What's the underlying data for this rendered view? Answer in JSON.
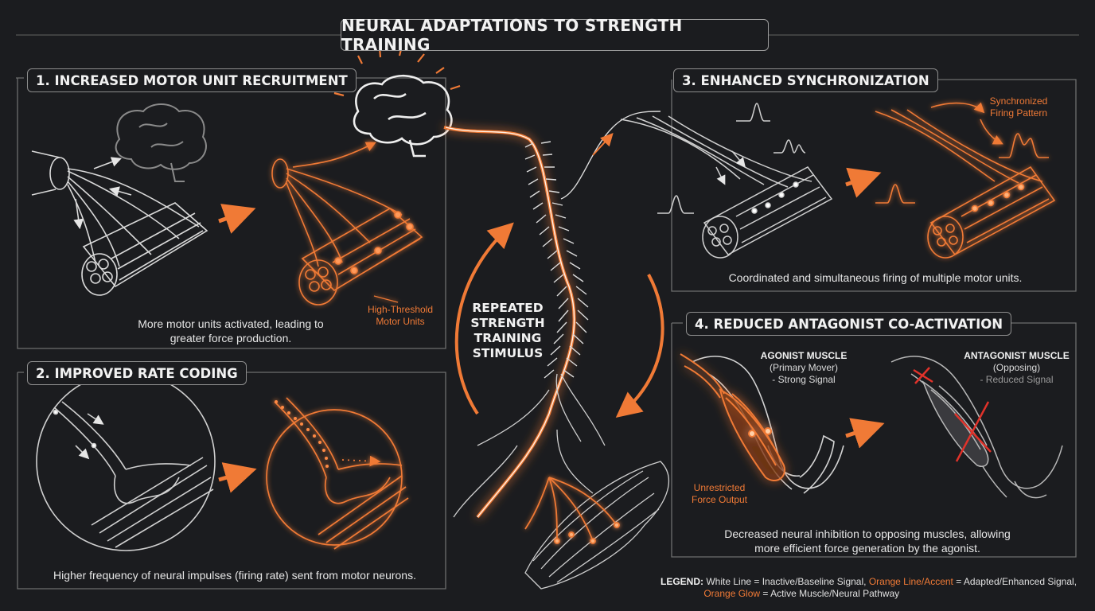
{
  "title": "NEURAL ADAPTATIONS TO STRENGTH TRAINING",
  "center": {
    "lines": [
      "REPEATED",
      "STRENGTH",
      "TRAINING",
      "STIMULUS"
    ]
  },
  "panels": {
    "recruitment": {
      "title": "1. INCREASED MOTOR UNIT RECRUITMENT",
      "caption_line1": "More motor units activated, leading to",
      "caption_line2": "greater force production.",
      "note_line1": "High-Threshold",
      "note_line2": "Motor Units"
    },
    "rate_coding": {
      "title": "2. IMPROVED RATE CODING",
      "caption": "Higher frequency of neural impulses (firing rate) sent from motor neurons."
    },
    "synchronization": {
      "title": "3. ENHANCED SYNCHRONIZATION",
      "caption": "Coordinated and simultaneous firing of multiple motor units.",
      "note_line1": "Synchronized",
      "note_line2": "Firing Pattern"
    },
    "antagonist": {
      "title": "4. REDUCED ANTAGONIST CO-ACTIVATION",
      "caption_line1": "Decreased neural inhibition to opposing muscles, allowing",
      "caption_line2": "more efficient force generation by the agonist.",
      "agonist_title": "AGONIST MUSCLE",
      "agonist_sub1": "(Primary Mover)",
      "agonist_sub2": "- Strong Signal",
      "antagonist_title": "ANTAGONIST MUSCLE",
      "antagonist_sub1": "(Opposing)",
      "antagonist_sub2": "- Reduced Signal",
      "force_line1": "Unrestricted",
      "force_line2": "Force Output"
    }
  },
  "legend": {
    "label": "LEGEND:",
    "white_line": "White Line = Inactive/Baseline Signal,",
    "orange_line": "Orange Line/Accent",
    "orange_line_desc": "= Adapted/Enhanced Signal,",
    "orange_glow": "Orange Glow",
    "orange_glow_desc": "= Active Muscle/Neural Pathway"
  },
  "colors": {
    "background": "#1b1c1f",
    "accent": "#f07a36",
    "line": "#e6e6e6",
    "frame": "#8d8d8d"
  },
  "icons": [
    "brain-icon",
    "muscle-fiber-icon",
    "spinal-cord-icon",
    "neuron-icon",
    "arm-muscle-icon",
    "arrow-icon",
    "firing-wave-icon"
  ]
}
